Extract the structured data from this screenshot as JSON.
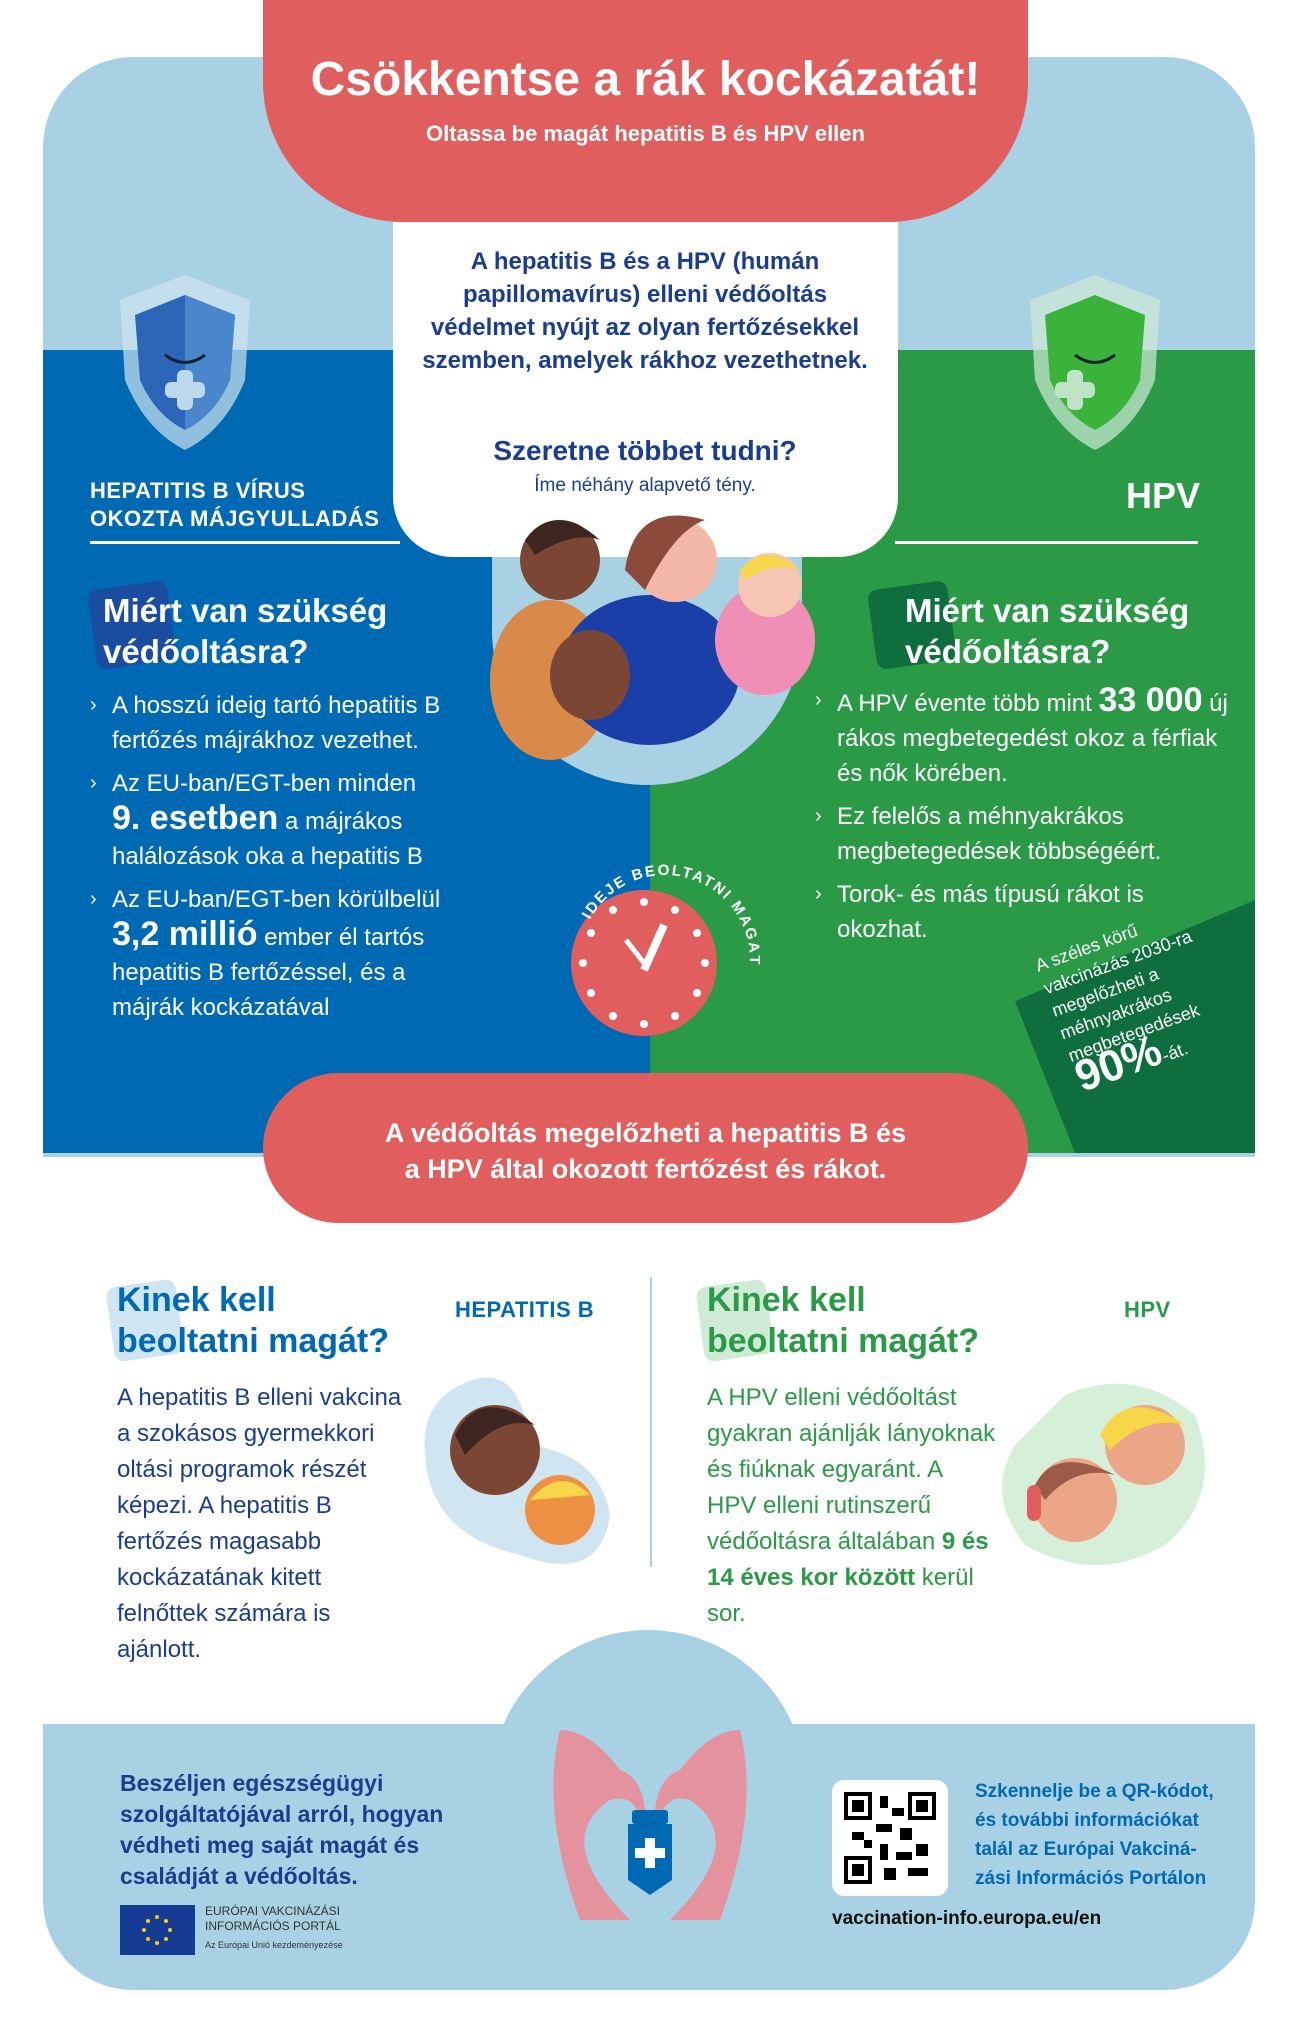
{
  "header": {
    "title": "Csökkentse a rák kockázatát!",
    "subtitle": "Oltassa be magát hepatitis B és HPV ellen"
  },
  "intro": {
    "text": "A hepatitis B és a HPV (humán papillomavírus) elleni védőoltás védelmet nyújt az olyan fertőzésekkel szemben, amelyek rákhoz vezethetnek.",
    "more_title": "Szeretne többet tudni?",
    "more_sub": "Íme néhány alapvető tény."
  },
  "left": {
    "heading_line1": "HEPATITIS B VÍRUS",
    "heading_line2": "OKOZTA MÁJGYULLADÁS",
    "why_line1": "Miért van szükség",
    "why_line2": "védőoltásra?",
    "bullets": [
      {
        "text": "A hosszú ideig tartó hepatitis B fertőzés májrákhoz vezethet."
      },
      {
        "pre": "Az EU-ban/EGT-ben minden",
        "big": "9. esetben",
        "post": "a májrákos halálozások oka a hepatitis B"
      },
      {
        "pre": "Az EU-ban/EGT-ben körülbelül",
        "big": "3,2 millió",
        "post": "ember él tartós hepatitis B fertőzéssel, és a májrák kockázatával"
      }
    ]
  },
  "right": {
    "heading": "HPV",
    "why_line1": "Miért van szükség",
    "why_line2": "védőoltásra?",
    "bullets": [
      {
        "pre": "A HPV évente több mint",
        "big": "33 000",
        "post": "új rákos megbetegedést okoz a férfiak és nők körében."
      },
      {
        "text": "Ez felelős a méhnyakrákos megbetegedések többségéért."
      },
      {
        "text": "Torok- és más típusú rákot is okozhat."
      }
    ],
    "tag": {
      "text": "A széles körű vakcinázás 2030-ra megelőzheti a méhnyakrákos megbetegedések",
      "big": "90%",
      "suffix": "-át."
    }
  },
  "clock": {
    "label": "IDEJE BEOLTATNI MAGÁT"
  },
  "pill": {
    "line1": "A védőoltás megelőzheti a hepatitis B és",
    "line2": "a HPV által okozott fertőzést és rákot."
  },
  "who_hepb": {
    "label": "HEPATITIS B",
    "title_line1": "Kinek kell",
    "title_line2": "beoltatni magát?",
    "text": "A hepatitis B elleni vakcina a szokásos gyermekkori oltási programok részét képezi. A hepatitis B fertőzés magasabb kockázatának kitett felnőttek számára is ajánlott."
  },
  "who_hpv": {
    "label": "HPV",
    "title_line1": "Kinek kell",
    "title_line2": "beoltatni magát?",
    "text_pre": "A HPV elleni védőoltást gyakran ajánlják lányoknak és fiúknak egyaránt. A HPV elleni rutinszerű védőoltásra általában",
    "text_bold": "9 és 14 éves kor között",
    "text_post": "kerül sor."
  },
  "footer": {
    "talk": "Beszéljen egészségügyi szolgáltatójával arról, hogyan védheti meg saját magát és családját a védőoltás.",
    "scan": "Szkennelje be a QR-kódot, és további információkat talál az Európai Vakciná-zási Információs Portálon",
    "url": "vaccination-info.europa.eu/en",
    "eu_line1": "EURÓPAI VAKCINÁZÁSI",
    "eu_line2": "INFORMÁCIÓS PORTÁL",
    "eu_line3": "Az Európai Unió kezdeményezése"
  },
  "colors": {
    "red": "#e05e5e",
    "blue": "#0069b4",
    "green": "#2a9a47",
    "light_blue": "#a8d1e4",
    "navy": "#1a3d8f",
    "dark_green": "#0e6e3d"
  }
}
